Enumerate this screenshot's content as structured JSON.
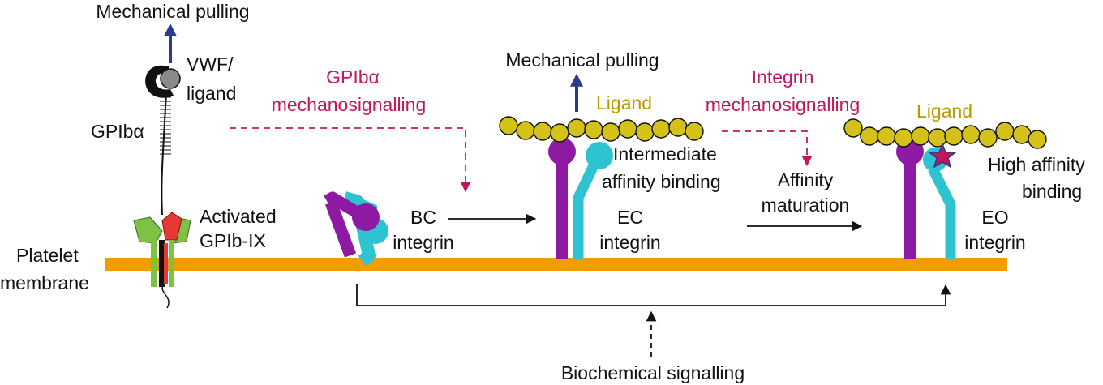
{
  "labels": {
    "mech_pulling_left": "Mechanical pulling",
    "vwf_line1": "VWF/",
    "vwf_line2": "ligand",
    "gpib_alpha": "GPIbα",
    "gpib_mechano_line1": "GPIbα",
    "gpib_mechano_line2": "mechanosignalling",
    "activated_line1": "Activated",
    "activated_line2": "GPIb-IX",
    "platelet_line1": "Platelet",
    "platelet_line2": "membrane",
    "bc_line1": "BC",
    "bc_line2": "integrin",
    "mech_pulling_mid": "Mechanical pulling",
    "ligand_mid": "Ligand",
    "intermediate_line1": "Intermediate",
    "intermediate_line2": "affinity binding",
    "ec_line1": "EC",
    "ec_line2": "integrin",
    "integrin_mechano_line1": "Integrin",
    "integrin_mechano_line2": "mechanosignalling",
    "affinity_line1": "Affinity",
    "affinity_line2": "maturation",
    "ligand_right": "Ligand",
    "high_affinity_line1": "High affinity",
    "high_affinity_line2": "binding",
    "eo_line1": "EO",
    "eo_line2": "integrin",
    "biochemical": "Biochemical signalling"
  },
  "colors": {
    "membrane": "#f39c00",
    "integrin_alpha": "#8e1aa3",
    "integrin_beta": "#2ec3d0",
    "ligand_bead": "#d4c21a",
    "mech_arrow": "#2b3a8f",
    "signalling_arrow": "#c2185b",
    "gpib_green": "#7dc242",
    "gpib_red": "#e53935",
    "star": "#c2185b"
  },
  "icons": [
    "up-arrow-icon",
    "star-icon",
    "dashed-arrow-icon"
  ]
}
